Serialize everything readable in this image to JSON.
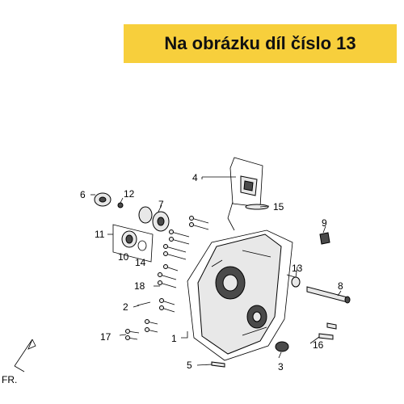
{
  "banner": {
    "text": "Na obrázku díl číslo 13",
    "color": "#f7cf3c"
  },
  "direction_label": "FR.",
  "part_numbers": {
    "p1": "1",
    "p2": "2",
    "p3": "3",
    "p4": "4",
    "p5": "5",
    "p6": "6",
    "p7": "7",
    "p8": "8",
    "p9": "9",
    "p10": "10",
    "p11": "11",
    "p12": "12",
    "p13": "13",
    "p14": "14",
    "p15": "15",
    "p16": "16",
    "p17": "17",
    "p18": "18"
  }
}
